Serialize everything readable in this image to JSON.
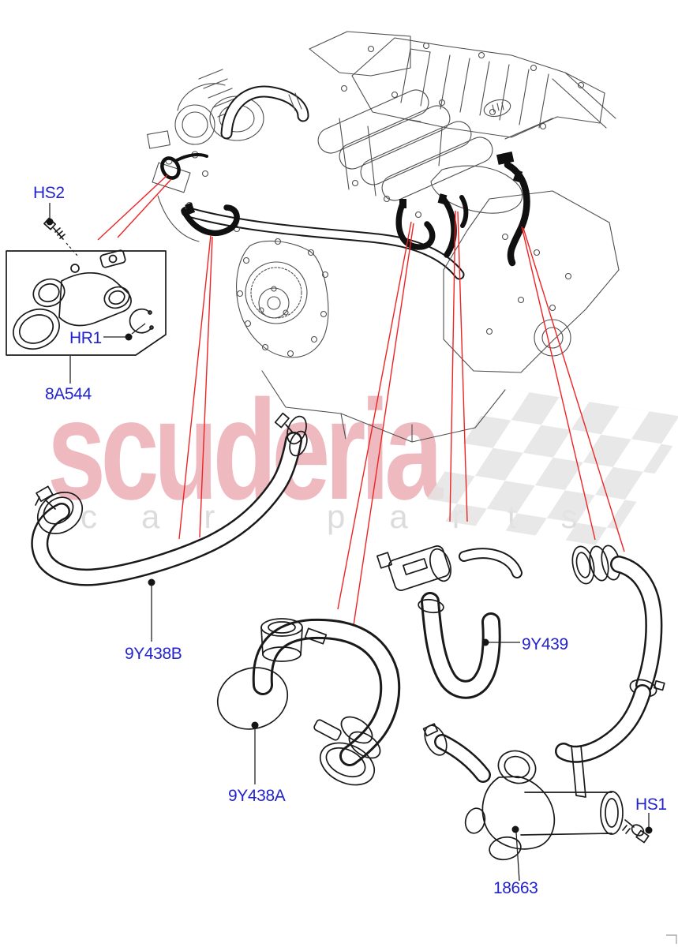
{
  "watermark": {
    "brand": "scuderia",
    "tagline": "car parts",
    "brand_color": "#efb9c0",
    "tagline_color": "#dcdcdc",
    "flag_color": "#e4e4e4"
  },
  "labels": {
    "hs2": "HS2",
    "hr1": "HR1",
    "a8544": "8A544",
    "y438b": "9Y438B",
    "y438a": "9Y438A",
    "y439": "9Y439",
    "p18663": "18663",
    "hs1": "HS1"
  },
  "colors": {
    "label_blue": "#2323cd",
    "leader_red": "#ef2323",
    "engine_line": "#4f4f4f",
    "part_line": "#1a1a1a"
  }
}
